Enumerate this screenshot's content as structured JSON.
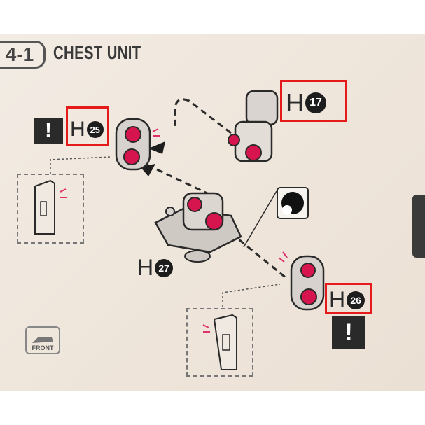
{
  "header": {
    "step_number": "4-1",
    "title": "CHEST UNIT"
  },
  "parts": {
    "h17": {
      "letter": "H",
      "number": "17"
    },
    "h25": {
      "letter": "H",
      "number": "25"
    },
    "h26": {
      "letter": "H",
      "number": "26"
    },
    "h27": {
      "letter": "H",
      "number": "27"
    }
  },
  "icons": {
    "warning": "!",
    "front_label": "FRONT"
  },
  "colors": {
    "highlight_box": "#e51b1b",
    "peg_magenta": "#d6154f",
    "paper": "#efe6dc"
  }
}
